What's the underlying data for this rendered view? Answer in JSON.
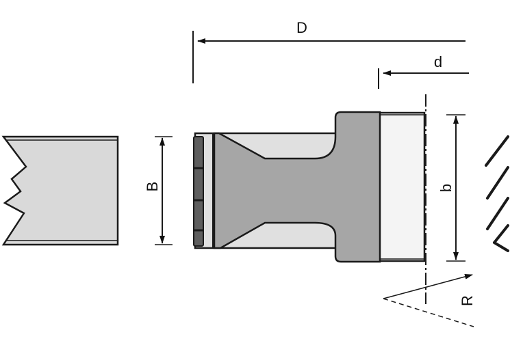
{
  "labels": {
    "D": "D",
    "d": "d",
    "B": "B",
    "b": "b",
    "R": "R"
  },
  "colors": {
    "outline": "#1a1a1a",
    "body": "#a6a6a6",
    "plate": "#5e5e5e",
    "light": "#e0e0e0",
    "lighter": "#f4f4f4",
    "workpiece": "#d9d9d9"
  }
}
